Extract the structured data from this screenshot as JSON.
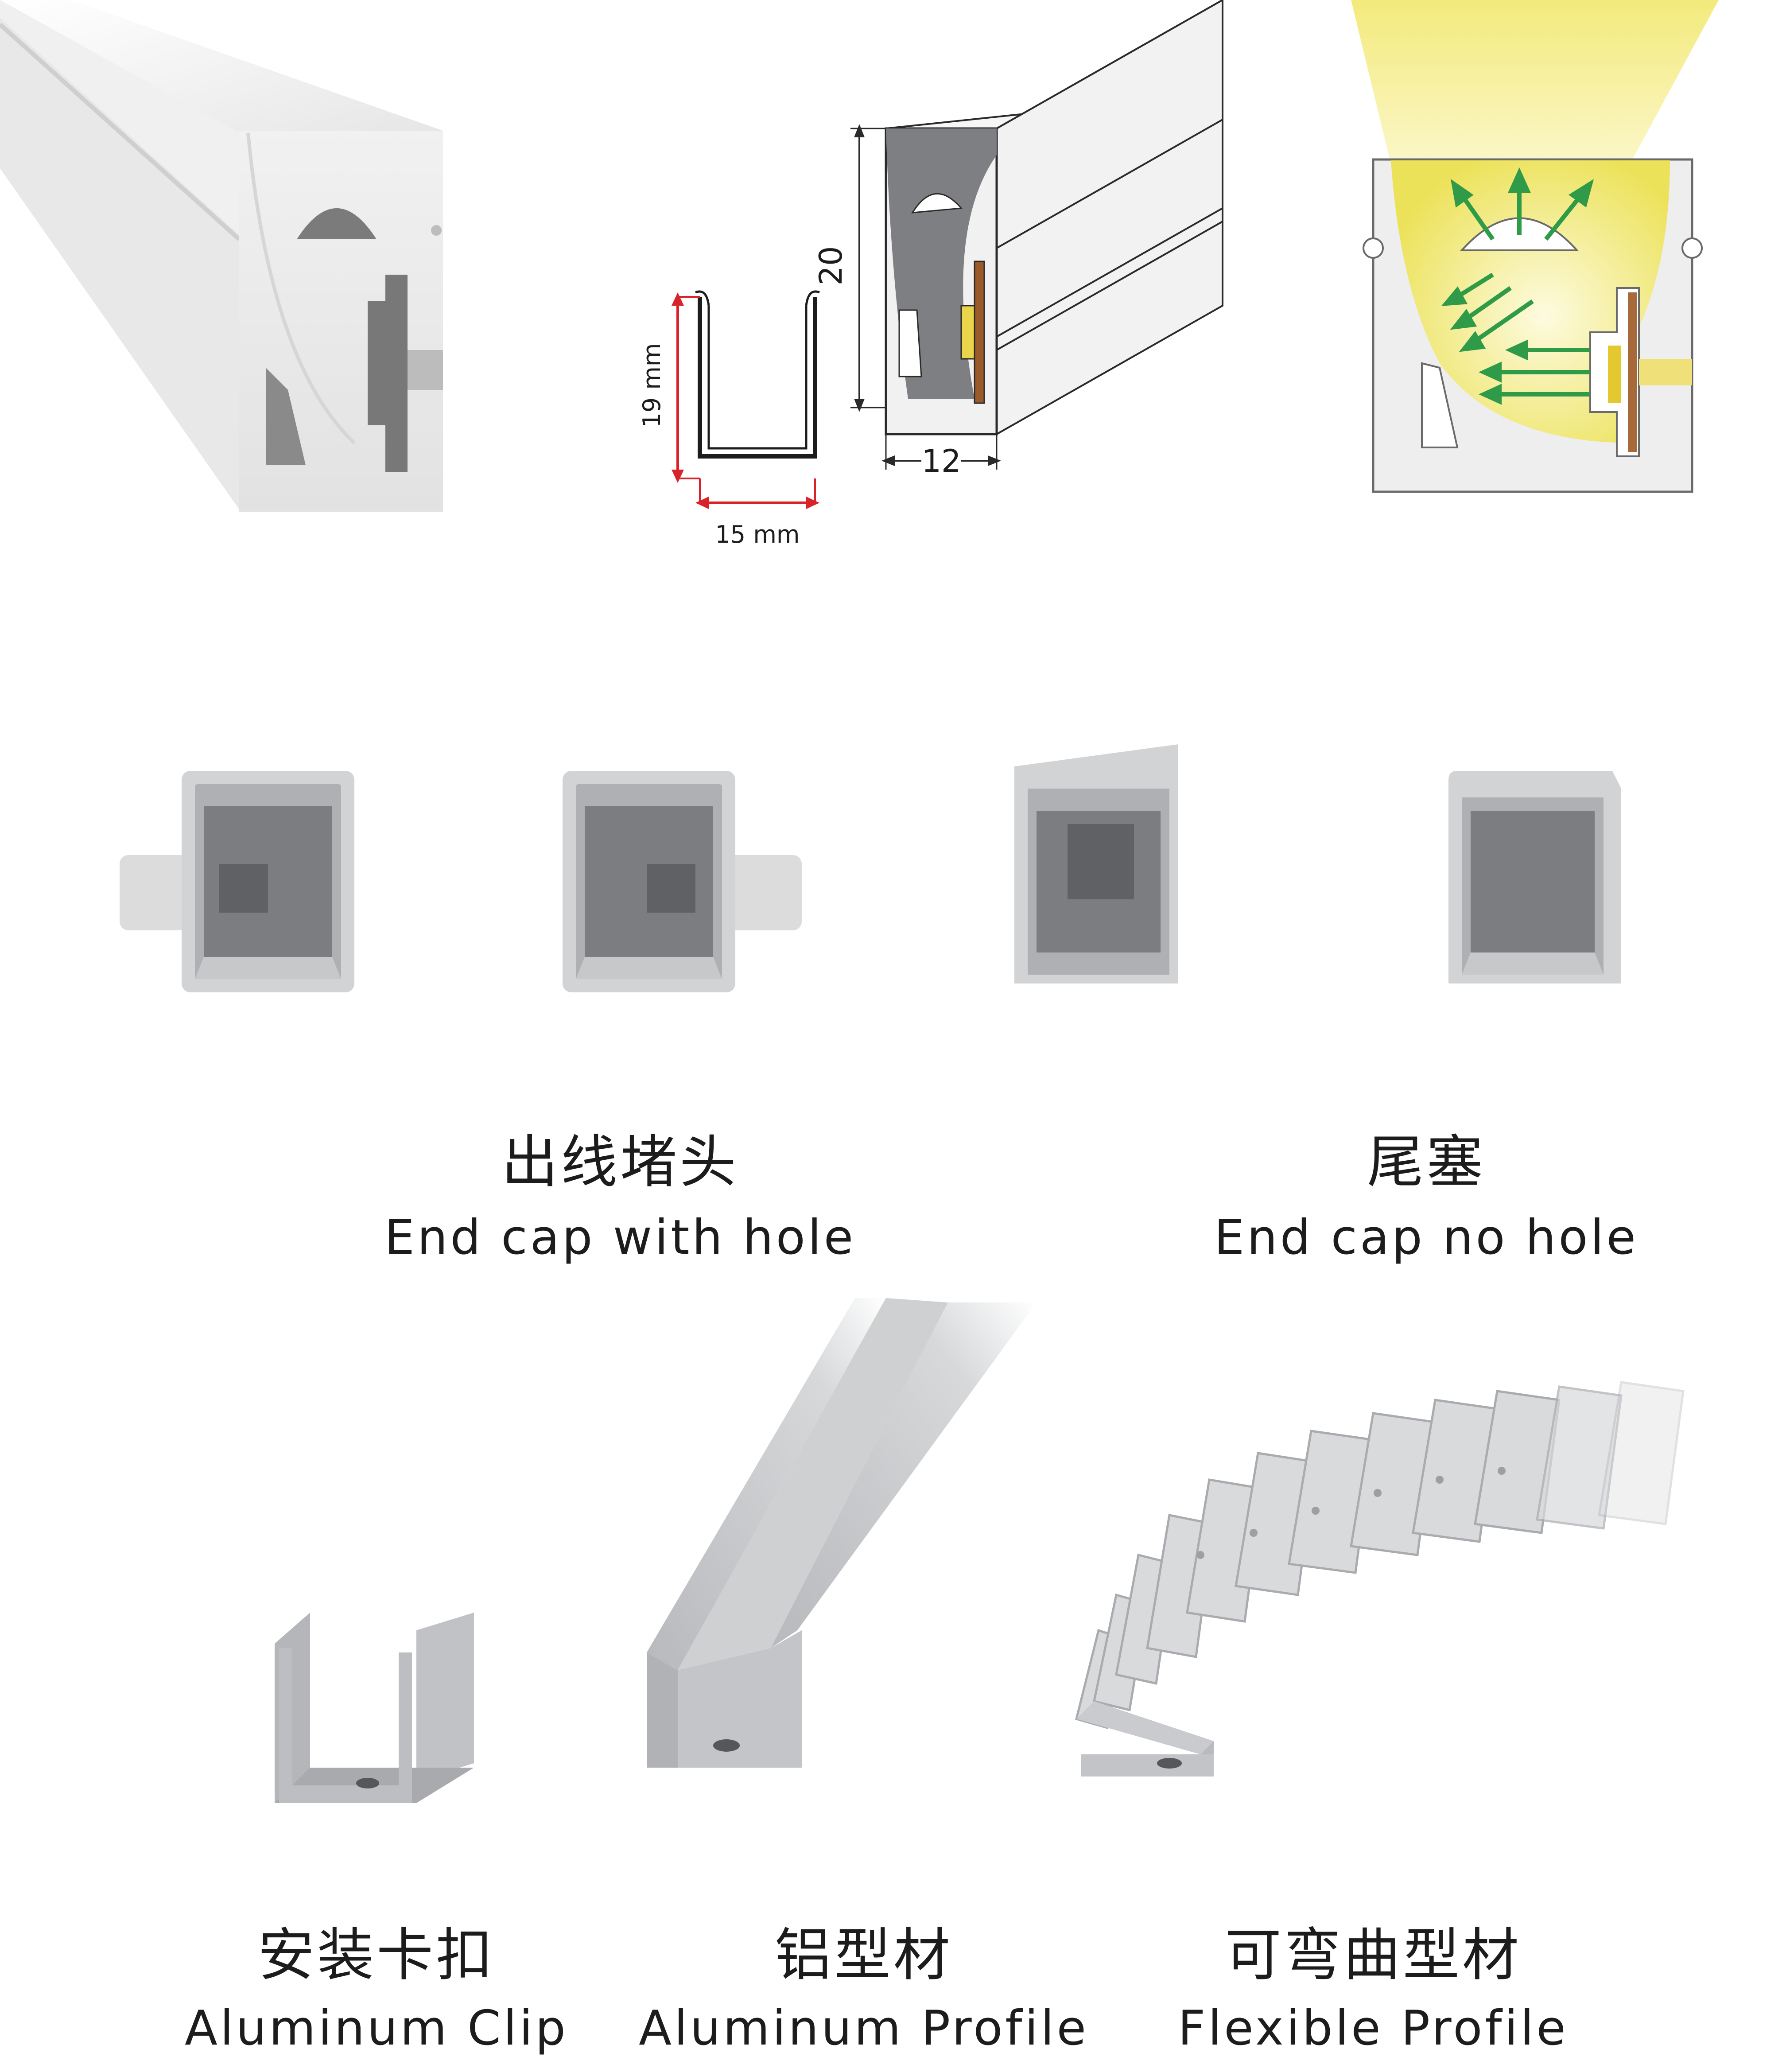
{
  "diagram": {
    "clip_height": "19 mm",
    "clip_width": "15 mm",
    "profile_height": "20",
    "profile_width": "12"
  },
  "captions": {
    "end_cap_with_hole": {
      "cn": "出线堵头",
      "en": "End cap with hole"
    },
    "end_cap_no_hole": {
      "cn": "尾塞",
      "en": "End cap no hole"
    },
    "aluminum_clip": {
      "cn": "安装卡扣",
      "en": "Aluminum Clip"
    },
    "aluminum_profile": {
      "cn": "铝型材",
      "en": "Aluminum Profile"
    },
    "flexible_profile": {
      "cn": "可弯曲型材",
      "en": "Flexible Profile"
    }
  },
  "colors": {
    "dimension_red": "#d8232a",
    "light_yellow": "#f4ec8a",
    "arrow_green": "#2f9a48",
    "silicone_grey": "#e9e9ea",
    "aluminum": "#c9cacc"
  }
}
